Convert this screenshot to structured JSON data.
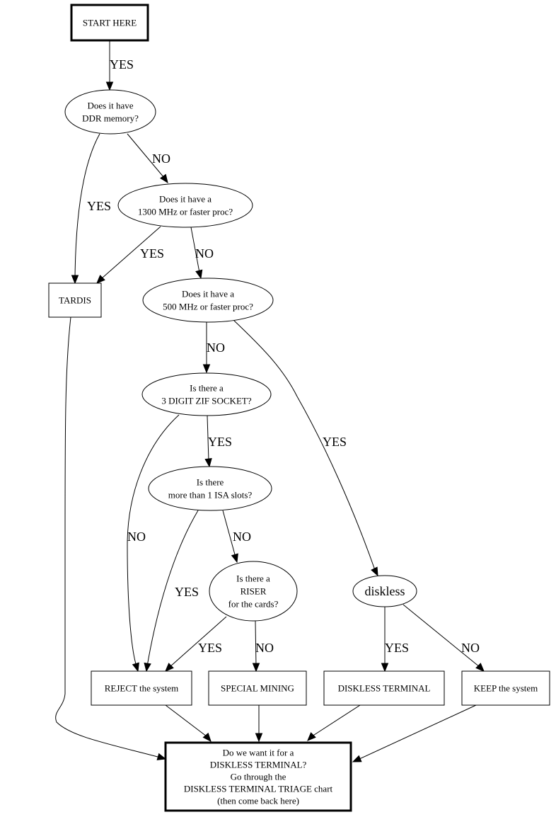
{
  "title": "Computer triage flowchart",
  "colors": {
    "stroke": "#000000",
    "background": "#ffffff",
    "text": "#000000"
  },
  "nodes": {
    "start": {
      "shape": "box-bold",
      "lines": [
        "START HERE"
      ]
    },
    "ddr": {
      "shape": "ellipse",
      "lines": [
        "Does it have",
        "DDR memory?"
      ]
    },
    "proc1300": {
      "shape": "ellipse",
      "lines": [
        "Does it have a",
        "1300 MHz or faster proc?"
      ]
    },
    "tardis": {
      "shape": "box",
      "lines": [
        "TARDIS"
      ]
    },
    "proc500": {
      "shape": "ellipse",
      "lines": [
        "Does it have a",
        "500 MHz or faster proc?"
      ]
    },
    "zif": {
      "shape": "ellipse",
      "lines": [
        "Is there a",
        "3 DIGIT ZIF SOCKET?"
      ]
    },
    "isa": {
      "shape": "ellipse",
      "lines": [
        "Is there",
        "more than 1 ISA slots?"
      ]
    },
    "riser": {
      "shape": "ellipse",
      "lines": [
        "Is there a",
        "RISER",
        "for the cards?"
      ]
    },
    "diskless": {
      "shape": "ellipse",
      "lines": [
        "diskless"
      ]
    },
    "reject": {
      "shape": "box",
      "lines": [
        "REJECT the system"
      ]
    },
    "mining": {
      "shape": "box",
      "lines": [
        "SPECIAL MINING"
      ]
    },
    "terminal": {
      "shape": "box",
      "lines": [
        "DISKLESS TERMINAL"
      ]
    },
    "keep": {
      "shape": "box",
      "lines": [
        "KEEP the system"
      ]
    },
    "final": {
      "shape": "box-bold",
      "lines": [
        "Do we want it for a",
        "DISKLESS TERMINAL?",
        "Go through the",
        "DISKLESS TERMINAL TRIAGE chart",
        "(then come back here)"
      ]
    }
  },
  "edges": [
    {
      "id": "start-ddr",
      "from": "start",
      "to": "ddr",
      "label": "YES"
    },
    {
      "id": "ddr-tardis",
      "from": "ddr",
      "to": "tardis",
      "label": "YES"
    },
    {
      "id": "ddr-proc1300",
      "from": "ddr",
      "to": "proc1300",
      "label": "NO"
    },
    {
      "id": "proc1300-tardis",
      "from": "proc1300",
      "to": "tardis",
      "label": "YES"
    },
    {
      "id": "proc1300-proc500",
      "from": "proc1300",
      "to": "proc500",
      "label": "NO"
    },
    {
      "id": "proc500-zif",
      "from": "proc500",
      "to": "zif",
      "label": "NO"
    },
    {
      "id": "proc500-diskless",
      "from": "proc500",
      "to": "diskless",
      "label": "YES"
    },
    {
      "id": "zif-isa",
      "from": "zif",
      "to": "isa",
      "label": "YES"
    },
    {
      "id": "zif-reject",
      "from": "zif",
      "to": "reject",
      "label": "NO"
    },
    {
      "id": "isa-riser",
      "from": "isa",
      "to": "riser",
      "label": "NO"
    },
    {
      "id": "isa-reject",
      "from": "isa",
      "to": "reject",
      "label": "YES"
    },
    {
      "id": "riser-reject",
      "from": "riser",
      "to": "reject",
      "label": "YES"
    },
    {
      "id": "riser-mining",
      "from": "riser",
      "to": "mining",
      "label": "NO"
    },
    {
      "id": "diskless-terminal",
      "from": "diskless",
      "to": "terminal",
      "label": "YES"
    },
    {
      "id": "diskless-keep",
      "from": "diskless",
      "to": "keep",
      "label": "NO"
    },
    {
      "id": "tardis-final",
      "from": "tardis",
      "to": "final",
      "label": ""
    },
    {
      "id": "reject-final",
      "from": "reject",
      "to": "final",
      "label": ""
    },
    {
      "id": "mining-final",
      "from": "mining",
      "to": "final",
      "label": ""
    },
    {
      "id": "terminal-final",
      "from": "terminal",
      "to": "final",
      "label": ""
    },
    {
      "id": "keep-final",
      "from": "keep",
      "to": "final",
      "label": ""
    }
  ]
}
